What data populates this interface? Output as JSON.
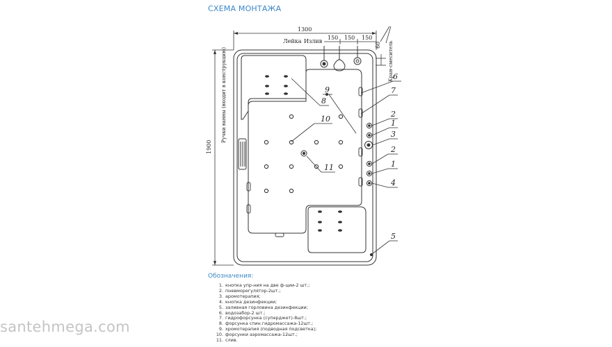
{
  "title": "СХЕМА МОНТАЖА",
  "dims": {
    "width": "1300",
    "length": "1900",
    "s1": "150",
    "s2": "150",
    "s3": "150",
    "small": "60"
  },
  "top_labels": {
    "leika": "Лейка",
    "izliv": "Излив"
  },
  "side_label": "Ручки ванны (входит в конструкцию)",
  "mixer_label": "Кран-смеситель",
  "callouts": [
    "9",
    "6",
    "7",
    "2",
    "1",
    "3",
    "2",
    "1",
    "4",
    "5",
    "8",
    "10",
    "11"
  ],
  "legend": {
    "title": "Обозначения:",
    "items": [
      {
        "n": "1.",
        "text": "кнопка упр-ния на две ф-ции-2 шт.;"
      },
      {
        "n": "2.",
        "text": "пневморегулятор-2шт.;"
      },
      {
        "n": "3.",
        "text": "аромотерапия;"
      },
      {
        "n": "4.",
        "text": "кнопка дезинфекции;"
      },
      {
        "n": "5.",
        "text": "заливная горловина дезинфекции;"
      },
      {
        "n": "6.",
        "text": "водозабор-2 шт.;"
      },
      {
        "n": "7.",
        "text": "гидрофорсунка (суперджет)-8шт.;"
      },
      {
        "n": "8.",
        "text": "форсунка спин.гидромассажа-12шт.;"
      },
      {
        "n": "9.",
        "text": "хромотерапия (подводная подсветка);"
      },
      {
        "n": "10.",
        "text": "форсунки аэромассажа-12шт.;"
      },
      {
        "n": "11.",
        "text": "слив."
      }
    ]
  },
  "watermark": "santehmega.com"
}
